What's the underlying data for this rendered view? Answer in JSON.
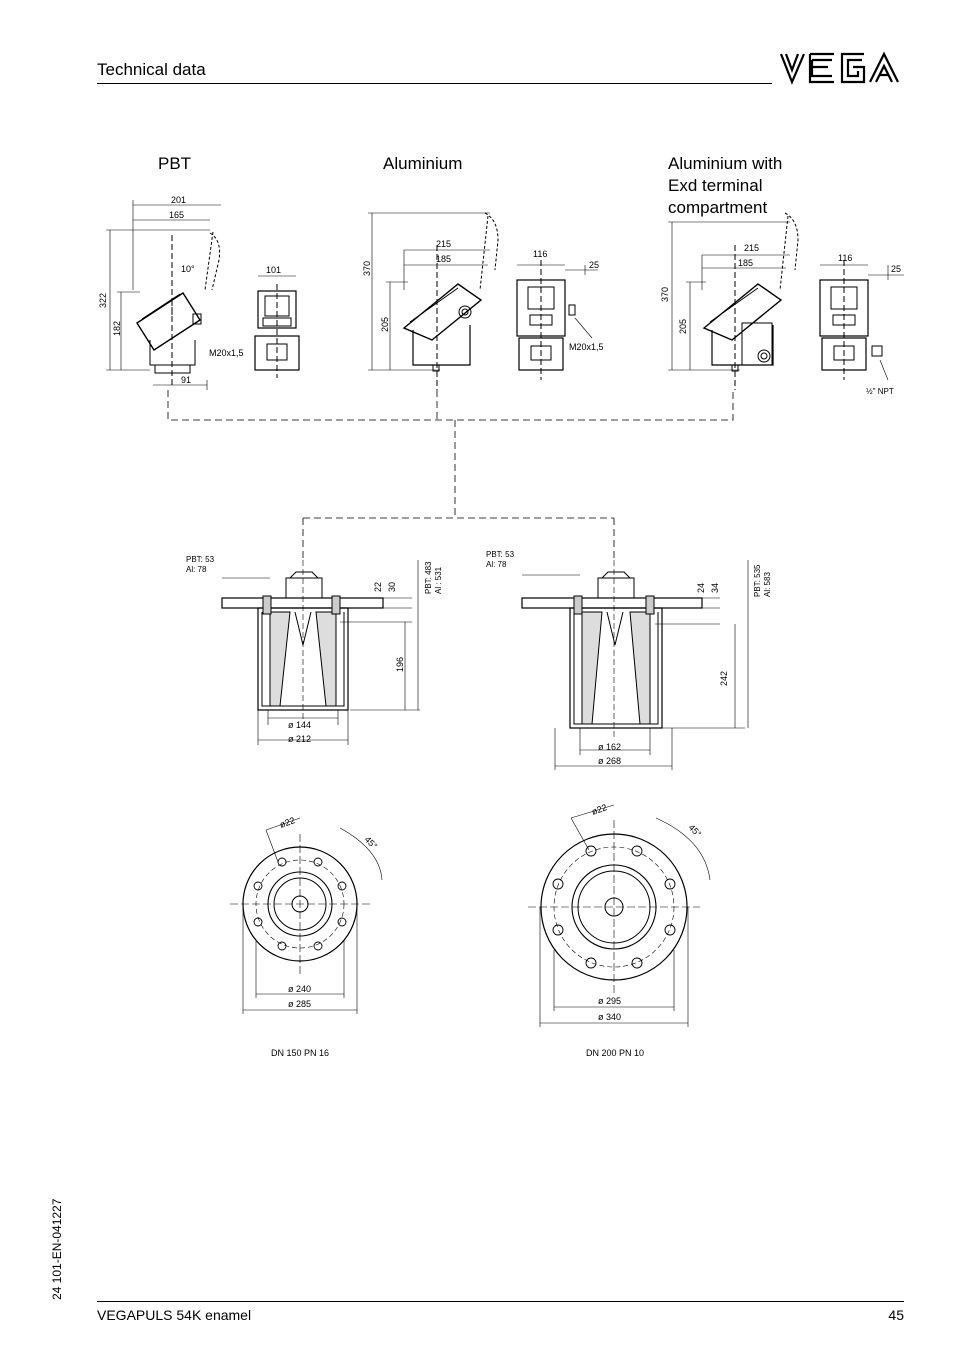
{
  "header": {
    "title": "Technical data",
    "logo_text": "VEGA"
  },
  "labels": {
    "pbt": "PBT",
    "aluminium": "Aluminium",
    "aluminium_exd_line1": "Aluminium with",
    "aluminium_exd_line2": "Exd terminal",
    "aluminium_exd_line3": "compartment"
  },
  "dims": {
    "pbt_201": "201",
    "pbt_165": "165",
    "pbt_10deg": "10°",
    "pbt_101": "101",
    "pbt_322": "322",
    "pbt_182": "182",
    "pbt_m20": "M20x1,5",
    "pbt_91": "91",
    "al_215": "215",
    "al_185": "185",
    "al_116": "116",
    "al_25": "25",
    "al_370": "370",
    "al_205": "205",
    "al_m20": "M20x1,5",
    "exd_215": "215",
    "exd_185": "185",
    "exd_116": "116",
    "exd_25": "25",
    "exd_370": "370",
    "exd_205": "205",
    "exd_npt": "½\" NPT",
    "f1_pbt": "PBT:  53",
    "f1_al": "Al:     78",
    "f1_22": "22",
    "f1_30": "30",
    "f1_pbt_len": "PBT: 483",
    "f1_al_len": "Al  :  531",
    "f1_196": "196",
    "f1_d144": "ø 144",
    "f1_d212": "ø 212",
    "f2_pbt": "PBT:  53",
    "f2_al": "Al:     78",
    "f2_24": "24",
    "f2_34": "34",
    "f2_pbt_len": "PBT: 535",
    "f2_al_len": "Al:    583",
    "f2_242": "242",
    "f2_d162": "ø 162",
    "f2_d268": "ø 268",
    "p1_hole": "ø22",
    "p1_angle": "45°",
    "p1_d240": "ø 240",
    "p1_d285": "ø 285",
    "p2_hole": "ø22",
    "p2_angle": "45°",
    "p2_d295": "ø 295",
    "p2_d340": "ø 340",
    "p1_caption": "DN 150 PN 16",
    "p2_caption": "DN 200 PN 10"
  },
  "footer": {
    "product": "VEGAPULS 54K enamel",
    "page": "45",
    "doc_id": "24 101-EN-041227"
  }
}
